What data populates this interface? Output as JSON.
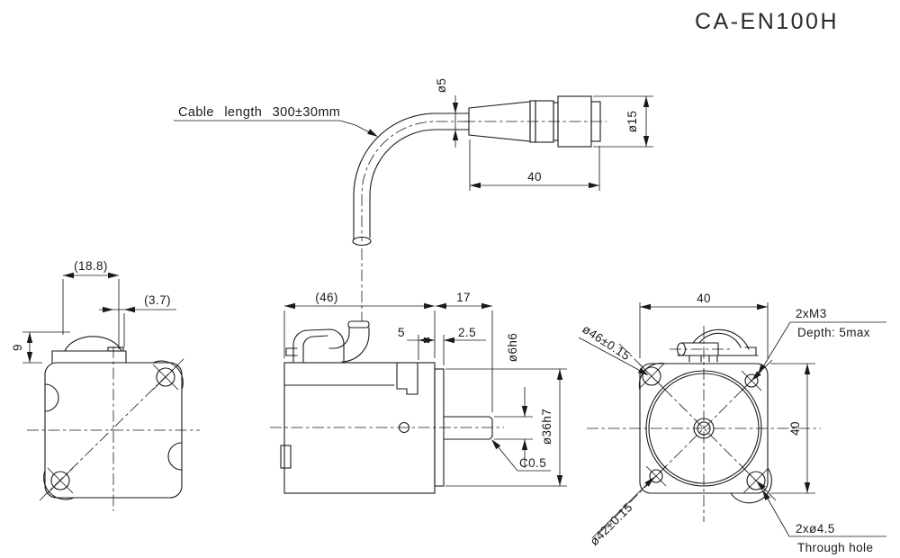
{
  "drawing": {
    "title": "CA-EN100H",
    "background": "#ffffff",
    "line_color": "#1a1a1a"
  },
  "cable_view": {
    "cable_length_label": "Cable length 300±30mm",
    "cable_diameter": "ø5",
    "connector_diameter": "ø15",
    "connector_length": "40"
  },
  "top_view": {
    "cap_width": "(18.8)",
    "cap_offset": "(3.7)",
    "cap_height": "9"
  },
  "side_view": {
    "body_width": "(46)",
    "shaft_length": "17",
    "recess_depth": "5",
    "boss_thickness": "2.5",
    "shaft_diameter": "ø6h6",
    "boss_diameter": "ø36h7",
    "chamfer": "C0.5"
  },
  "front_view": {
    "width": "40",
    "height": "40",
    "bolt_circle_through": "ø46±0.15",
    "bolt_circle_tapped": "ø42±0.15",
    "tapped_holes": "2xM3",
    "tapped_depth": "Depth: 5max",
    "through_holes": "2xø4.5",
    "through_note": "Through hole"
  }
}
